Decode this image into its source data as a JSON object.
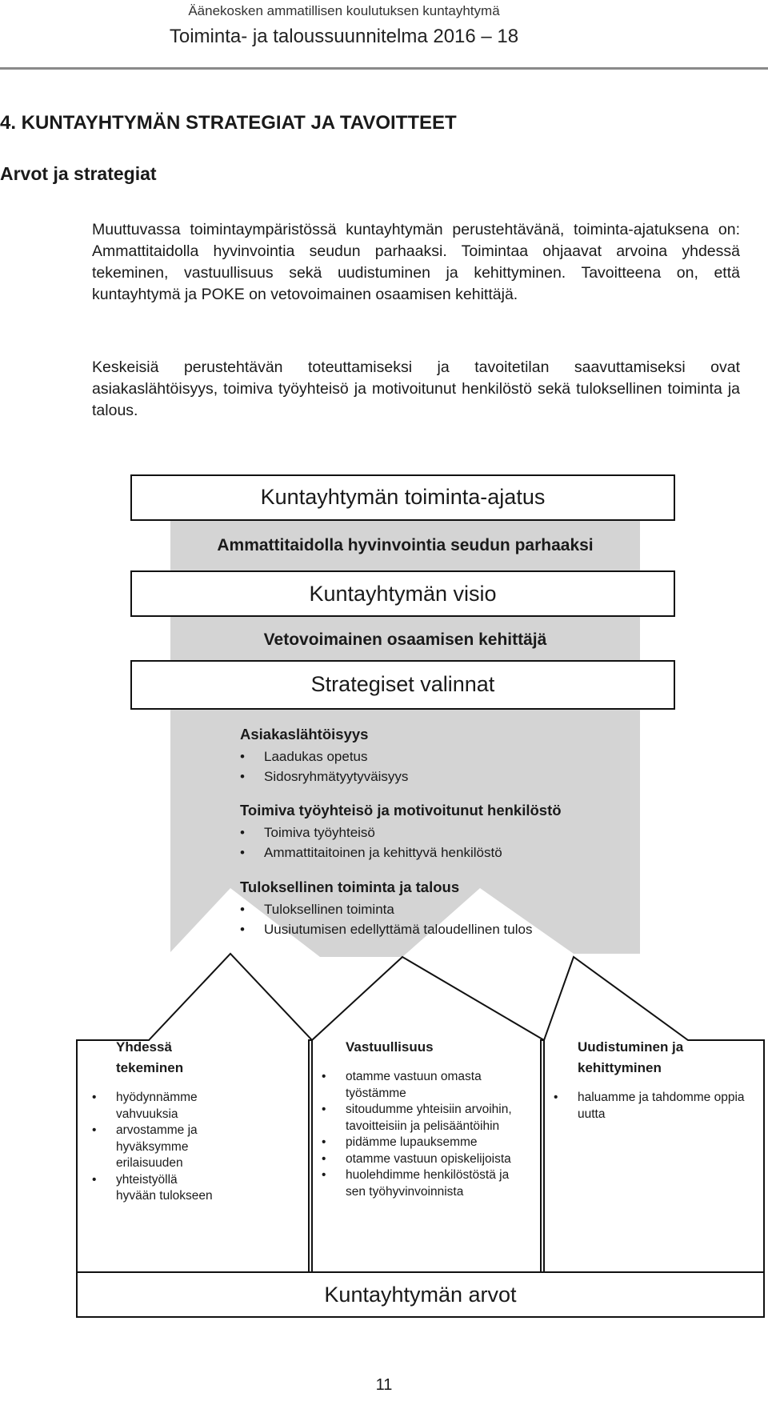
{
  "header": {
    "organization": "Äänekosken ammatillisen koulutuksen kuntayhtymä",
    "document_title": "Toiminta- ja taloussuunnitelma 2016 – 18"
  },
  "section": {
    "heading": "4. KUNTAYHTYMÄN STRATEGIAT JA TAVOITTEET",
    "subheading": "Arvot ja strategiat"
  },
  "paragraphs": [
    "Muuttuvassa toimintaympäristössä kuntayhtymän perustehtävänä, toiminta-ajatuksena on: Ammattitaidolla hyvinvointia seudun parhaaksi. Toimintaa ohjaavat arvoina yhdessä tekeminen, vastuullisuus sekä uudistuminen ja kehittyminen. Tavoitteena on, että kuntayhtymä ja POKE on vetovoimainen osaamisen kehittäjä.",
    "Keskeisiä perustehtävän toteuttamiseksi ja tavoitetilan saavuttamiseksi ovat asiakaslähtöisyys, toimiva työyhteisö ja motivoitunut henkilöstö sekä tuloksellinen toiminta ja talous."
  ],
  "diagram": {
    "mission_caption": "Kuntayhtymän toiminta-ajatus",
    "mission_text": "Ammattitaidolla hyvinvointia seudun parhaaksi",
    "vision_caption": "Kuntayhtymän visio",
    "vision_text": "Vetovoimainen osaamisen kehittäjä",
    "strategy_caption": "Strategiset valinnat",
    "strategies": [
      {
        "heading": "Asiakaslähtöisyys",
        "items": [
          "Laadukas opetus",
          "Sidosryhmätyytyväisyys"
        ]
      },
      {
        "heading": "Toimiva työyhteisö ja motivoitunut henkilöstö",
        "items": [
          "Toimiva työyhteisö",
          "Ammattitaitoinen ja kehittyvä henkilöstö"
        ]
      },
      {
        "heading": "Tuloksellinen toiminta ja talous",
        "items": [
          "Tuloksellinen toiminta",
          "Uusiutumisen edellyttämä taloudellinen tulos"
        ]
      }
    ],
    "values": [
      {
        "heading": "Yhdessä tekeminen",
        "items": [
          "hyödynnämme vahvuuksia",
          "arvostamme ja hyväksymme erilaisuuden",
          "yhteistyöllä hyvään tulokseen"
        ]
      },
      {
        "heading": "Vastuullisuus",
        "items": [
          "otamme vastuun omasta työstämme",
          "sitoudumme yhteisiin arvoihin, tavoitteisiin ja pelisääntöihin",
          "pidämme lupauksemme",
          "otamme vastuun opiskelijoista",
          "huolehdimme henkilöstöstä ja sen työhyvinvoinnista"
        ]
      },
      {
        "heading": "Uudistuminen ja kehittyminen",
        "items": [
          "haluamme ja tahdomme oppia uutta"
        ]
      }
    ],
    "values_caption": "Kuntayhtymän arvot",
    "colors": {
      "band_fill": "#d4d4d4",
      "box_fill": "#ffffff",
      "outline": "#111111"
    }
  },
  "footer": {
    "page_number": "11"
  }
}
